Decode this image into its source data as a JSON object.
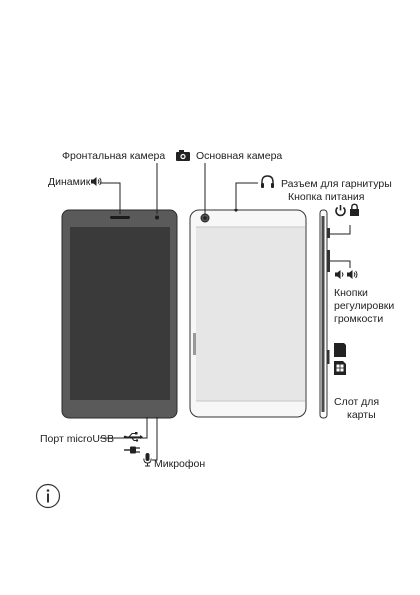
{
  "labels": {
    "front_camera": "Фронтальная камера",
    "main_camera": "Основная камера",
    "speaker": "Динамик",
    "headset_jack": "Разъем для гарнитуры",
    "power_button": "Кнопка питания",
    "volume_buttons": [
      "Кнопки",
      "регулировки",
      "громкости"
    ],
    "card_slot": [
      "Слот для",
      "карты"
    ],
    "microusb_port": "Порт microUSB",
    "microphone": "Микрофон"
  },
  "icons": {
    "main_camera": "camera-icon",
    "speaker": "speaker-icon",
    "headset": "headset-icon",
    "power": "power-icon",
    "lock": "lock-icon",
    "volume_down": "volume-down-icon",
    "volume_up": "volume-up-icon",
    "sd_card": "sd-card-icon",
    "sim_card": "sim-card-icon",
    "usb": "usb-icon",
    "charger": "charger-plug-icon",
    "microphone": "microphone-icon",
    "info": "info-icon"
  },
  "colors": {
    "line": "#222222",
    "bezel": "#5a5a5a",
    "screen": "#3a3a3a",
    "back_panel": "#e8e8e8",
    "back_frame": "#f7f7f7",
    "side_strip": "#4a4a4a"
  }
}
